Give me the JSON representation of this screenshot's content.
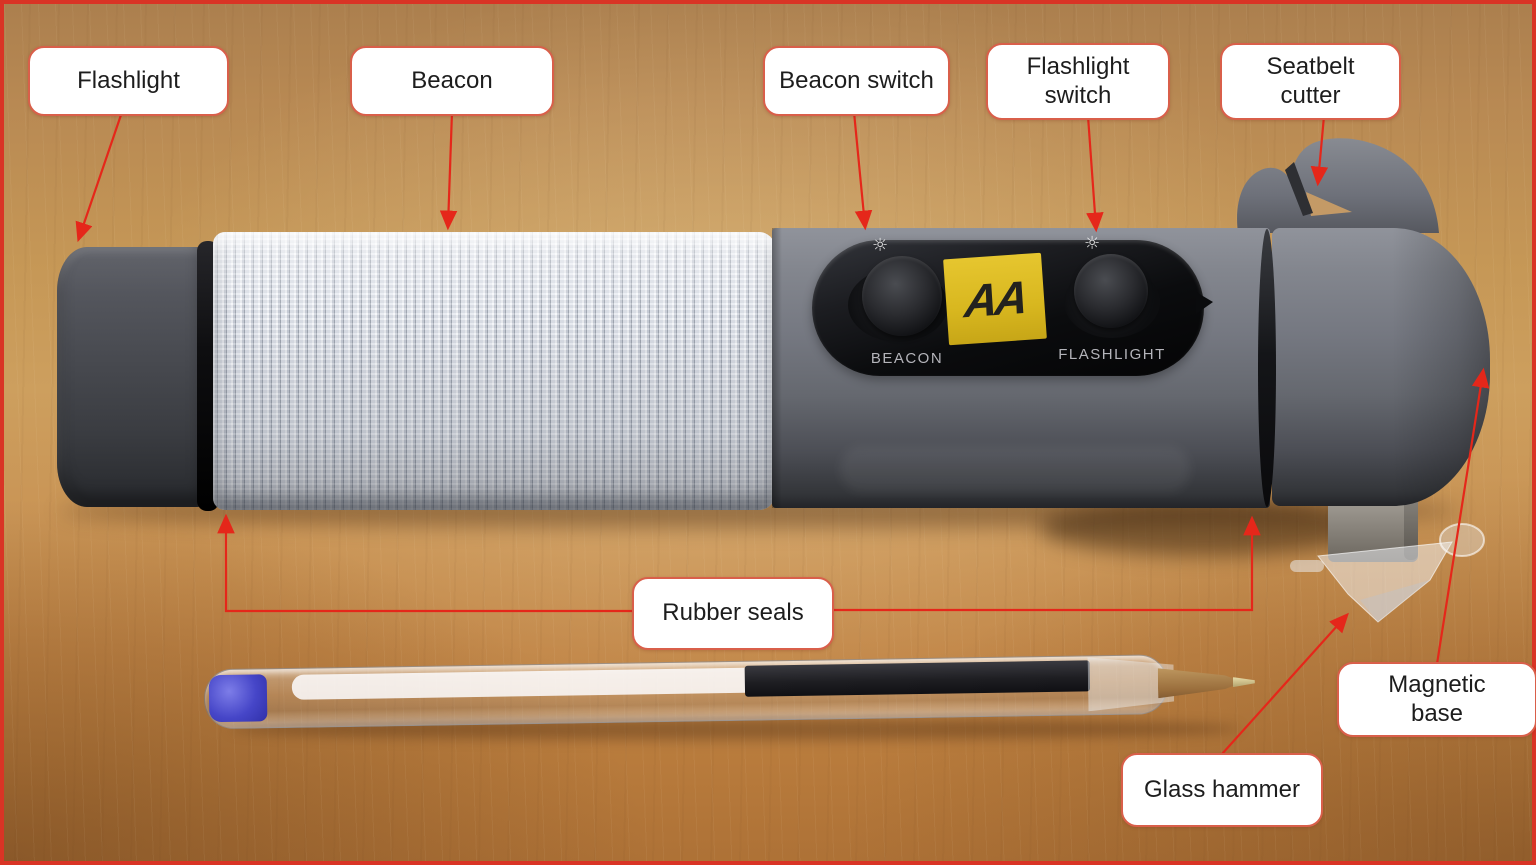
{
  "annotations": {
    "flashlight": "Flashlight",
    "beacon": "Beacon",
    "beacon_switch": "Beacon switch",
    "flashlight_switch": "Flashlight switch",
    "seatbelt_cutter": "Seatbelt cutter",
    "rubber_seals": "Rubber seals",
    "magnetic_base": "Magnetic base",
    "glass_hammer": "Glass hammer"
  },
  "device": {
    "brand_logo": "AA",
    "beacon_button_label": "BEACON",
    "flashlight_button_label": "FLASHLIGHT",
    "beacon_light_icon": "☼",
    "flashlight_light_icon": "☼"
  },
  "colors": {
    "frame_border": "#d93425",
    "callout_border": "#d95f4a",
    "arrow_red": "#e5271a",
    "brand_yellow": "#dcbe25",
    "device_gray": "#75787f",
    "wood_tan": "#c59756"
  }
}
